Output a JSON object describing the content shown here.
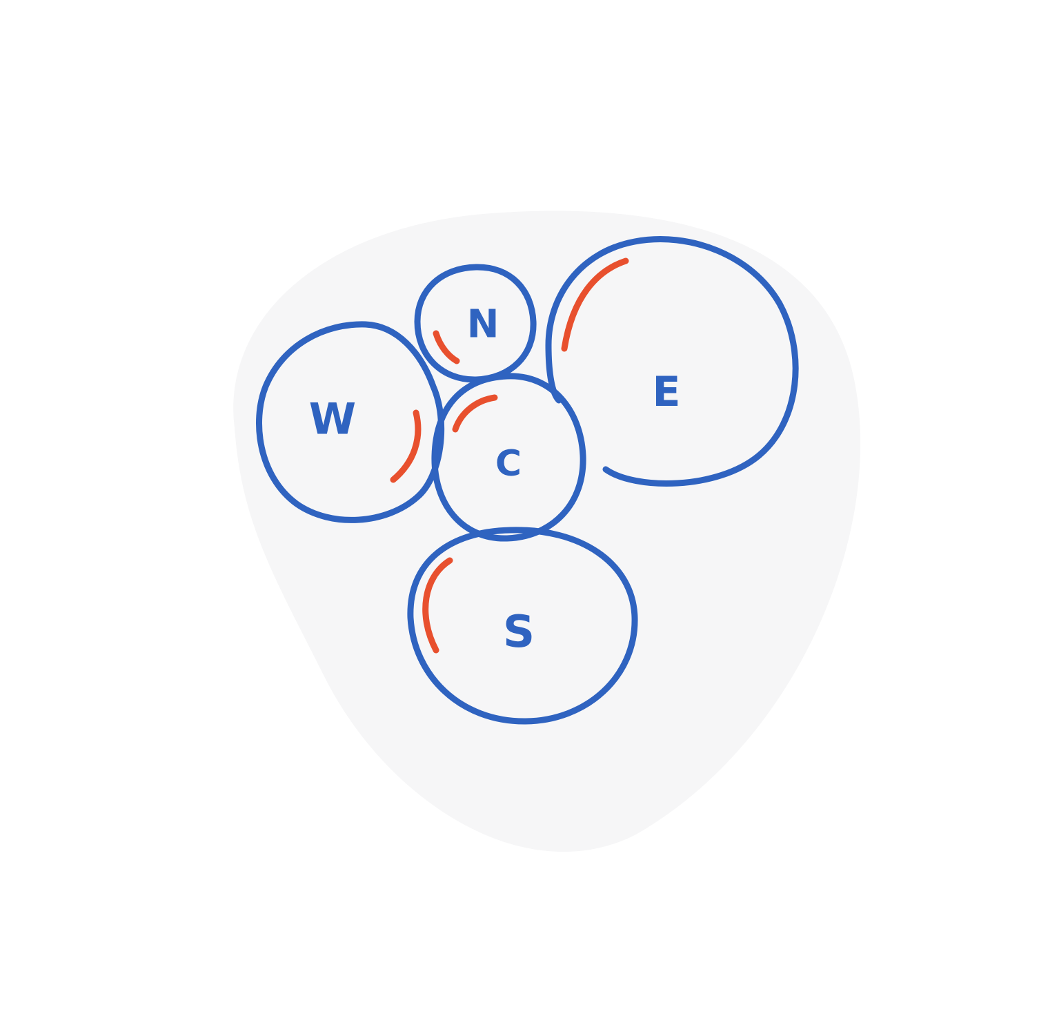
{
  "colors": {
    "outline": "#2f63c0",
    "highlight": "#e8502e",
    "background": "#ffffff",
    "paper_shadow": "#f6f6f7"
  },
  "circles": [
    {
      "id": "n",
      "label": "N"
    },
    {
      "id": "w",
      "label": "W"
    },
    {
      "id": "c",
      "label": "C"
    },
    {
      "id": "e",
      "label": "E"
    },
    {
      "id": "s",
      "label": "S"
    }
  ]
}
